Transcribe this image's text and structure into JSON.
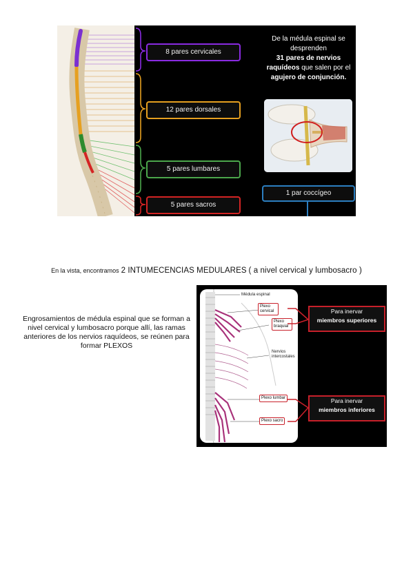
{
  "figure1": {
    "pairs": [
      {
        "label": "8 pares cervicales",
        "color": "#8a2be2"
      },
      {
        "label": "12 pares dorsales",
        "color": "#e6a020"
      },
      {
        "label": "5 pares lumbares",
        "color": "#4ca84c"
      },
      {
        "label": "5 pares sacros",
        "color": "#d42424"
      }
    ],
    "caption": {
      "part1": "De la médula espinal se desprenden",
      "bold1": "31 pares de nervios raquídeos",
      "part2": "que salen por el",
      "bold2": "agujero de conjunción."
    },
    "coccyx": {
      "label": "1 par coccígeo",
      "color": "#2c7fc1"
    }
  },
  "intro": {
    "prefix": "En la vista, encontramos",
    "highlight": "2 INTUMECENCIAS  MEDULARES",
    "suffix": "( a nivel cervical y lumbosacro )"
  },
  "description": "Engrosamientos de médula espinal que se forman a nivel cervical y lumbosacro porque allí, las ramas anteriores de los nervios raquídeos, se reúnen para formar PLEXOS",
  "figure2": {
    "labels": {
      "medula": "Médula espinal",
      "plexo_cervical": "Plexo cervical",
      "plexo_braquial": "Plexo braquial",
      "nervios_intercostales": "Nervios intercostales",
      "plexo_lumbar": "Plexo lumbar",
      "plexo_sacro": "Plexo sacro"
    },
    "boxes": [
      {
        "line1": "Para inervar",
        "line2": "miembros superiores"
      },
      {
        "line1": "Para inervar",
        "line2": "miembros inferiores"
      }
    ]
  }
}
